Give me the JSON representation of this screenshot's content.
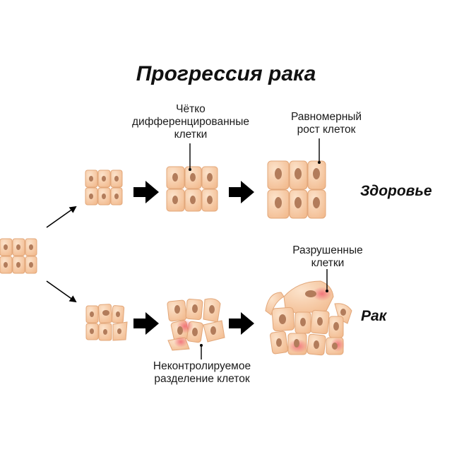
{
  "title": "Прогрессия рака",
  "labels": {
    "differentiated": [
      "Чётко",
      "дифференцированные",
      "клетки"
    ],
    "uniform_growth": [
      "Равномерный",
      "рост клеток"
    ],
    "destroyed": [
      "Разрушенные",
      "клетки"
    ],
    "uncontrolled": [
      "Неконтролируемое",
      "разделение клеток"
    ]
  },
  "states": {
    "health": "Здоровье",
    "cancer": "Рак"
  },
  "colors": {
    "cell_fill": "#F6C9A0",
    "cell_border": "#E2A77A",
    "nucleus": "#B27C5B",
    "damage": "#EE6A6A",
    "arrow": "#000000"
  }
}
